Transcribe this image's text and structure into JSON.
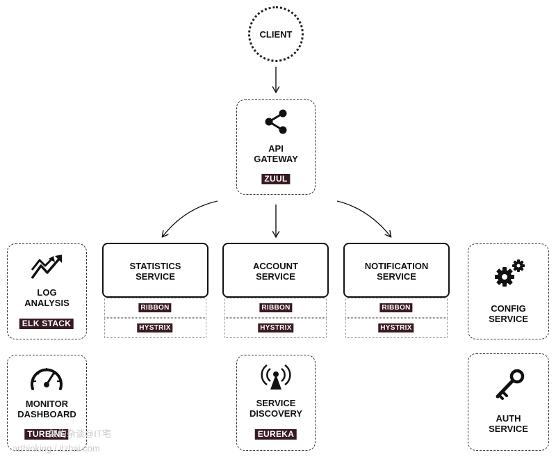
{
  "client": {
    "label": "CLIENT",
    "icon": "dotted-circle"
  },
  "gateway": {
    "label": "API\nGATEWAY",
    "tag": "ZUUL",
    "icon": "share-icon"
  },
  "services": [
    {
      "label": "STATISTICS\nSERVICE",
      "ribbon": "RIBBON",
      "hystrix": "HYSTRIX"
    },
    {
      "label": "ACCOUNT\nSERVICE",
      "ribbon": "RIBBON",
      "hystrix": "HYSTRIX"
    },
    {
      "label": "NOTIFICATION\nSERVICE",
      "ribbon": "RIBBON",
      "hystrix": "HYSTRIX"
    }
  ],
  "log": {
    "label": "LOG\nANALYSIS",
    "tag": "ELK STACK",
    "icon": "trend-chart-icon"
  },
  "monitor": {
    "label": "MONITOR\nDASHBOARD",
    "tag": "TURBINE",
    "icon": "gauge-icon"
  },
  "discovery": {
    "label": "SERVICE\nDISCOVERY",
    "tag": "EUREKA",
    "icon": "antenna-icon"
  },
  "config": {
    "label": "CONFIG\nSERVICE",
    "icon": "gears-icon"
  },
  "auth": {
    "label": "AUTH\nSERVICE",
    "icon": "key-icon"
  },
  "watermark": {
    "line1": "架构杂谈@IT宅",
    "line2": "arthinking / itzhai.com"
  },
  "colors": {
    "tag_bg": "#3a1a22",
    "border": "#111111"
  }
}
